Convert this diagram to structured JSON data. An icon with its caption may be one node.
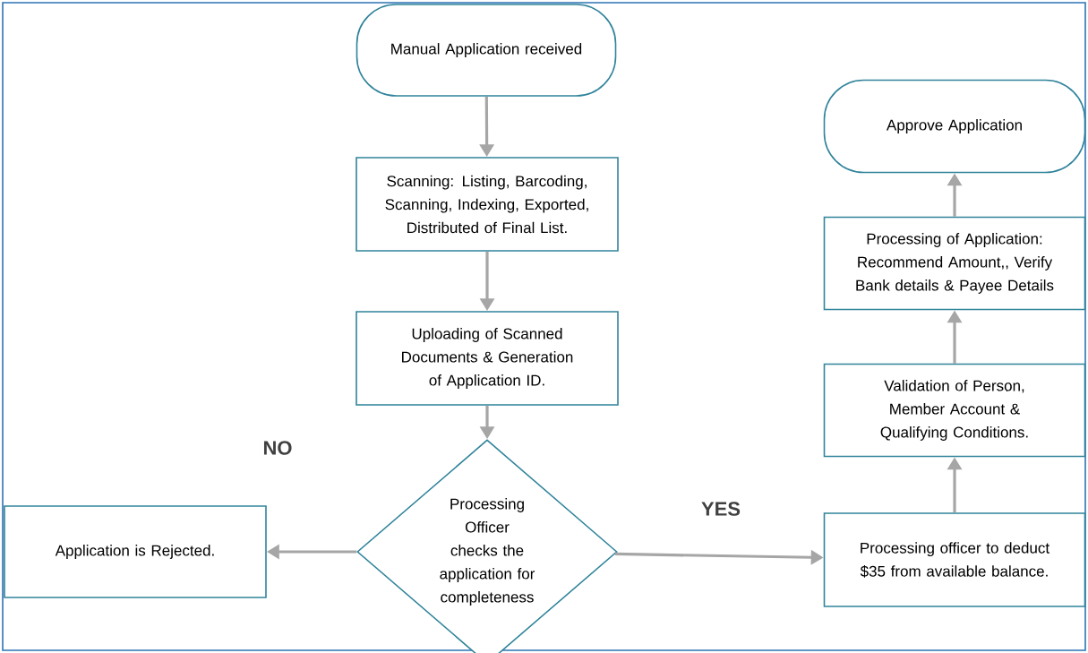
{
  "diagram": {
    "nodes": [
      {
        "text": [
          "Manual Application received"
        ]
      },
      {
        "text": [
          "Scanning: Listing, Barcoding, Scanning, Indexing, Exported, Distributed of Final List."
        ]
      },
      {
        "text": [
          "Uploading of Scanned Documents & Generation of Application ID."
        ]
      },
      {
        "text": [
          "Processing Officer checks the application for completeness"
        ]
      },
      {
        "text": [
          "Application is Rejected."
        ]
      },
      {
        "text": [
          "Processing officer to deduct $35 from available balance."
        ]
      },
      {
        "text": [
          "Validation of Person, Member Account & Qualifying Conditions."
        ]
      },
      {
        "text": [
          "Processing of Application: Recommend Amount,, Verify Bank details & Payee Details"
        ]
      },
      {
        "text": [
          "Approve Application"
        ]
      }
    ],
    "edges": [
      {
        "from": 0,
        "to": 1,
        "arrow": "to"
      },
      {
        "from": 1,
        "to": 2,
        "arrow": "to"
      },
      {
        "from": 2,
        "to": 3,
        "arrow": "to"
      },
      {
        "from": 3,
        "to": 4,
        "arrow": "to",
        "label": "NO"
      },
      {
        "from": 3,
        "to": 5,
        "arrow": "to",
        "label": "YES"
      },
      {
        "from": 5,
        "to": 6,
        "arrow": "to"
      },
      {
        "from": 6,
        "to": 7,
        "arrow": "to"
      },
      {
        "from": 7,
        "to": 8,
        "arrow": "to"
      }
    ]
  }
}
